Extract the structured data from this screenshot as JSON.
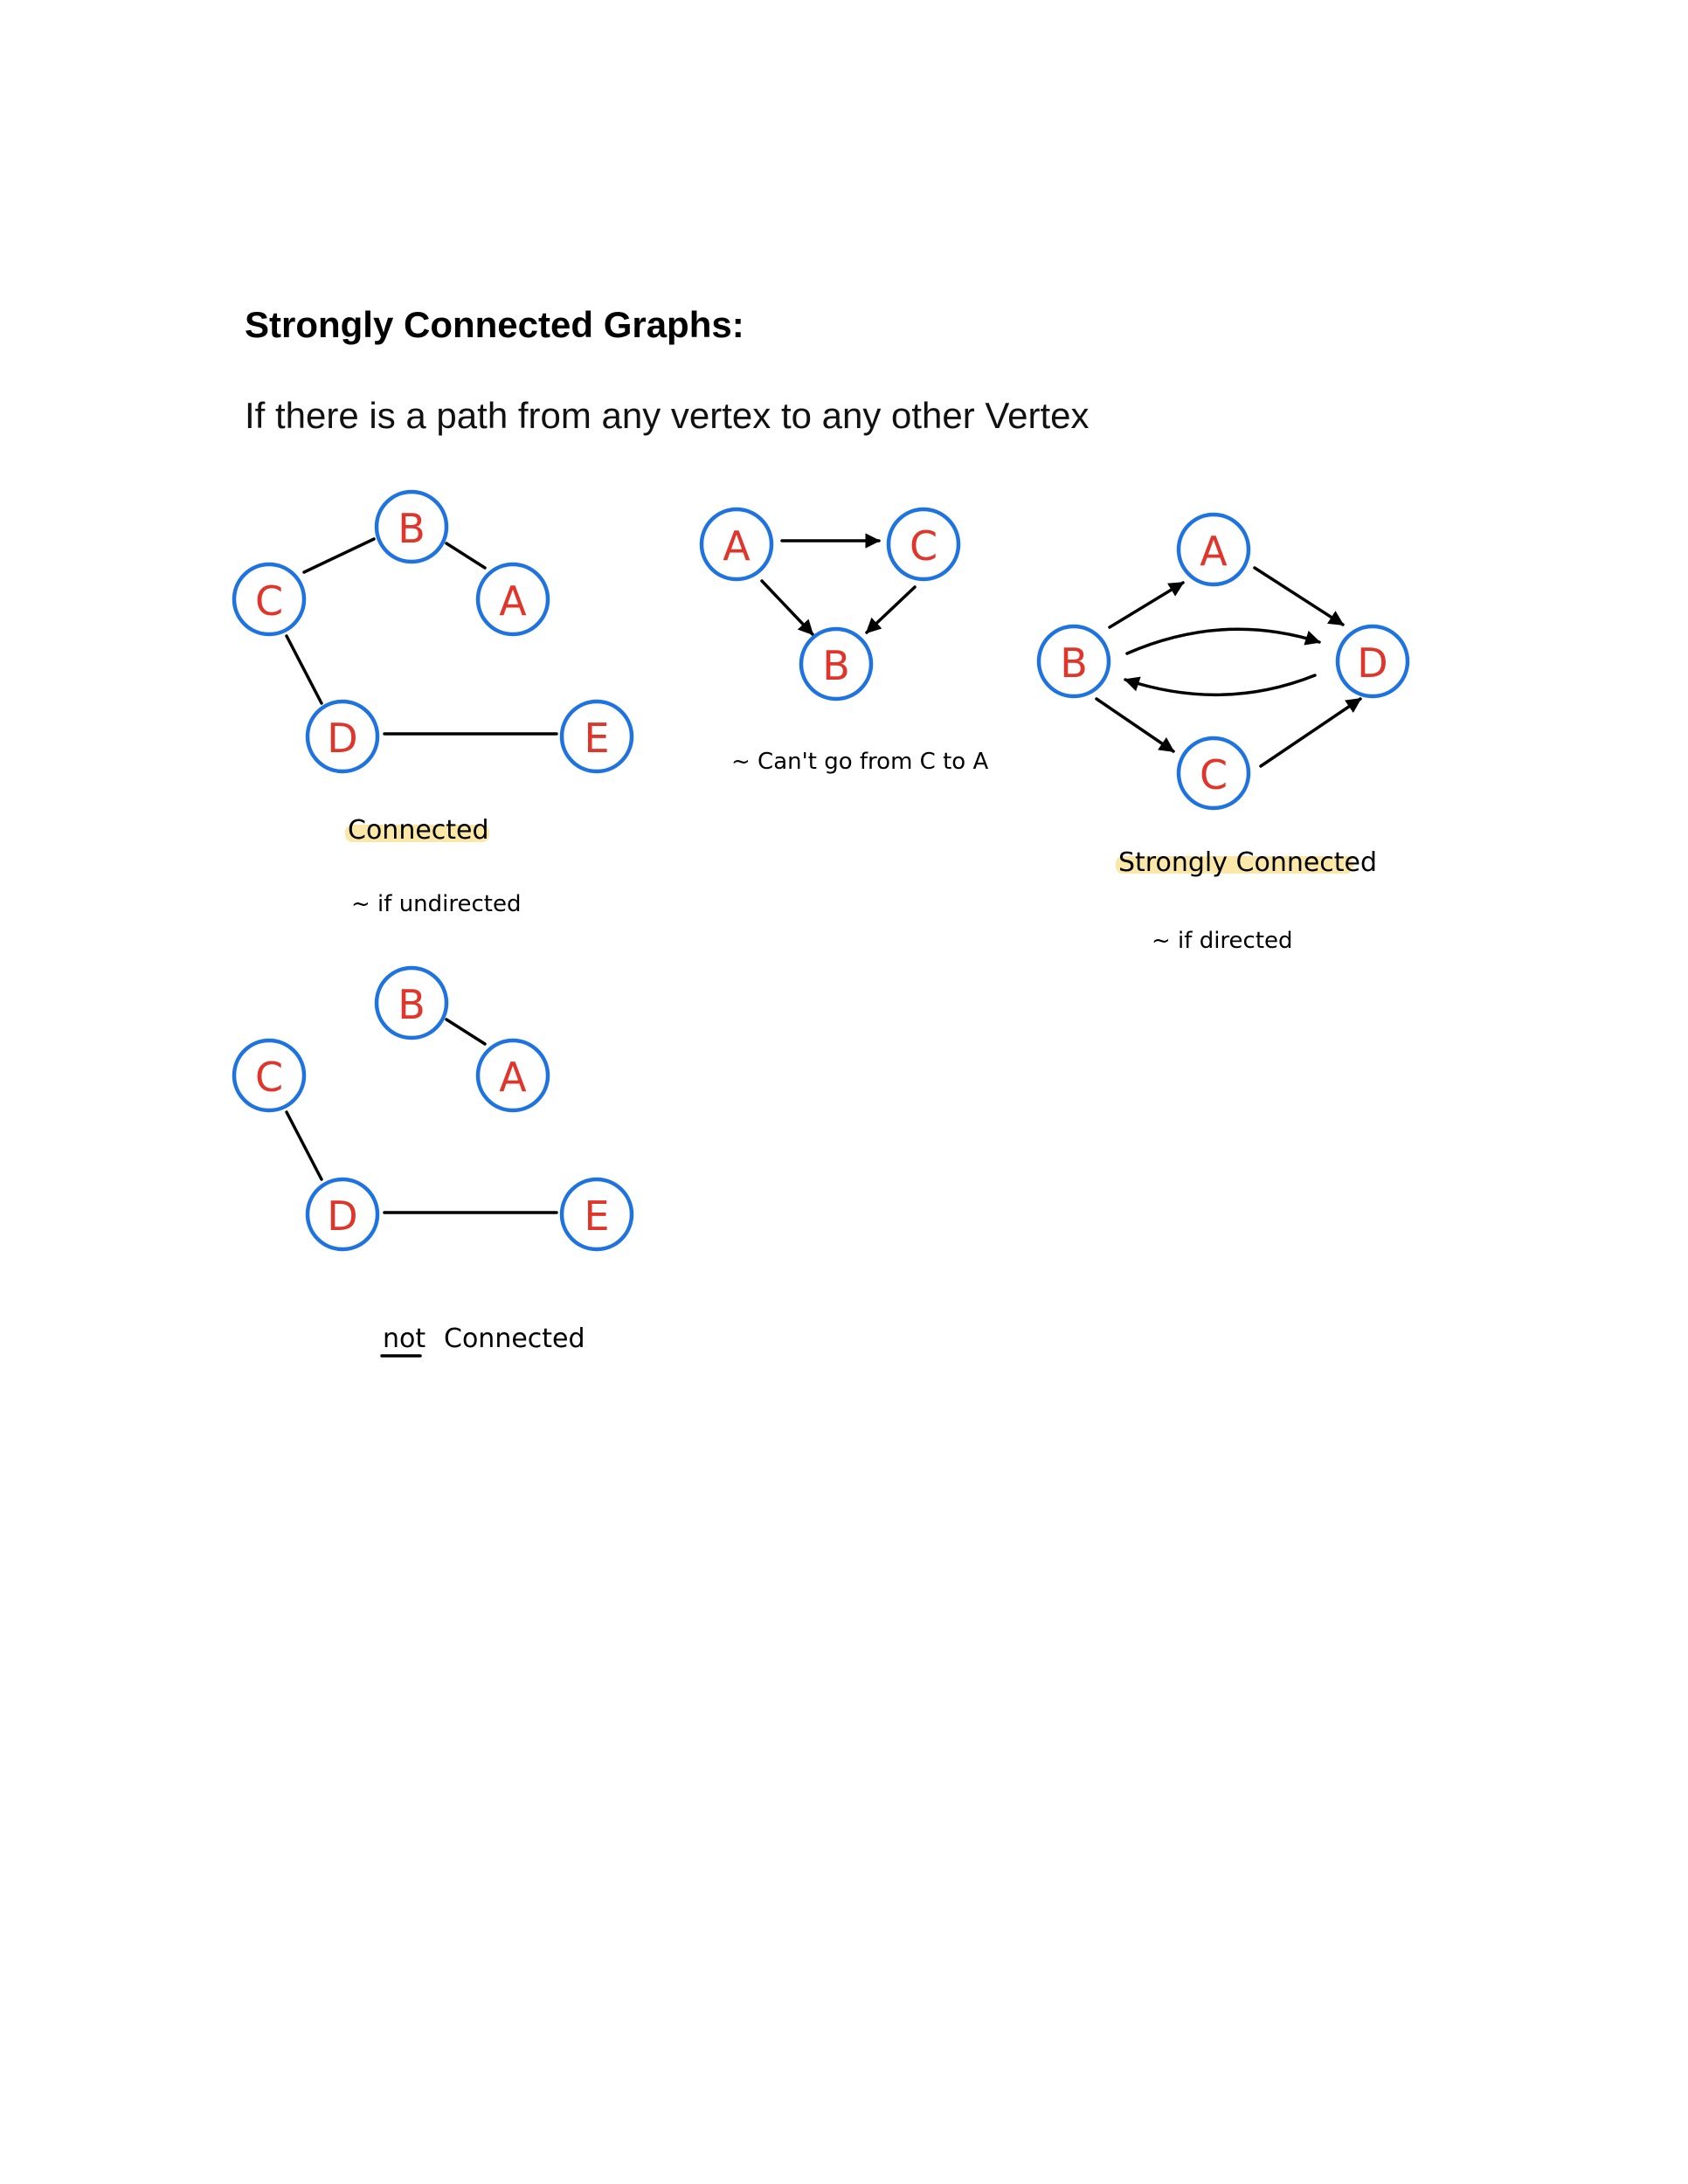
{
  "title": "Strongly Connected Graphs:",
  "definition": "If there is a path from any vertex to any other Vertex",
  "colors": {
    "node_stroke": "#1f73e0",
    "node_label": "#e0352b",
    "edge": "#000000",
    "highlight": "#fbe7a8"
  },
  "graph1": {
    "nodes": [
      "B",
      "C",
      "A",
      "D",
      "E"
    ],
    "edges": [
      [
        "C",
        "B"
      ],
      [
        "B",
        "A"
      ],
      [
        "C",
        "D"
      ],
      [
        "D",
        "E"
      ]
    ],
    "caption": "Connected",
    "note": "~ if undirected"
  },
  "graph2": {
    "nodes": [
      "A",
      "C",
      "B"
    ],
    "edges": [
      [
        "A",
        "C"
      ],
      [
        "A",
        "B"
      ],
      [
        "C",
        "B"
      ]
    ],
    "note": "~ Can't go from C to A"
  },
  "graph3": {
    "nodes": [
      "A",
      "B",
      "D",
      "C"
    ],
    "edges": [
      [
        "B",
        "A"
      ],
      [
        "A",
        "D"
      ],
      [
        "B",
        "D"
      ],
      [
        "D",
        "B"
      ],
      [
        "B",
        "C"
      ],
      [
        "C",
        "D"
      ]
    ],
    "caption": "Strongly Connected",
    "note": "~ if directed"
  },
  "graph4": {
    "nodes": [
      "B",
      "A",
      "C",
      "D",
      "E"
    ],
    "edges": [
      [
        "B",
        "A"
      ],
      [
        "C",
        "D"
      ],
      [
        "D",
        "E"
      ]
    ],
    "caption_emphasis": "not",
    "caption_rest": "Connected"
  }
}
